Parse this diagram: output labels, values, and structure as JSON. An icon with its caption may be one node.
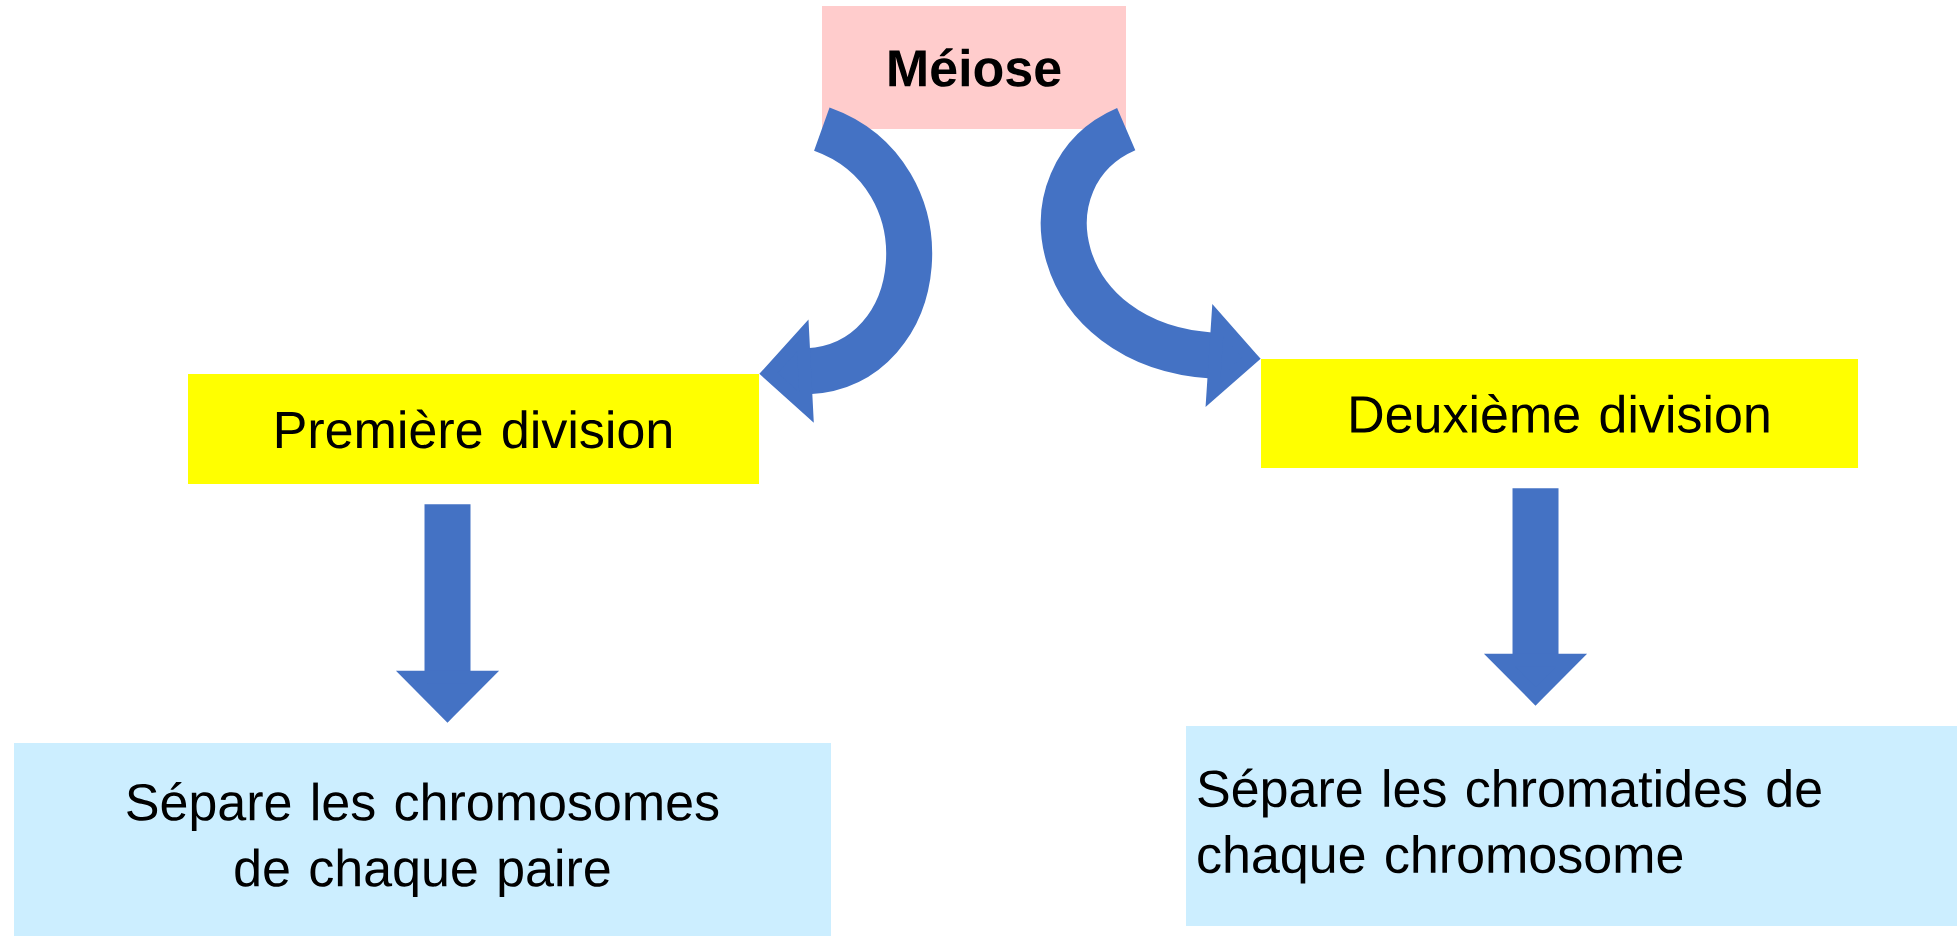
{
  "diagram": {
    "nodes": [
      {
        "text": [
          "Méiose"
        ]
      },
      {
        "text": [
          "Première division"
        ]
      },
      {
        "text": [
          "Deuxième division"
        ]
      },
      {
        "text": [
          "Sépare les chromosomes de chaque paire"
        ]
      },
      {
        "text": [
          "Sépare les chromatides de chaque chromosome"
        ]
      }
    ],
    "edges": [
      {
        "from": 0,
        "to": 1,
        "arrow": "to"
      },
      {
        "from": 0,
        "to": 2,
        "arrow": "to"
      },
      {
        "from": 1,
        "to": 3,
        "arrow": "to"
      },
      {
        "from": 2,
        "to": 4,
        "arrow": "to"
      }
    ]
  }
}
